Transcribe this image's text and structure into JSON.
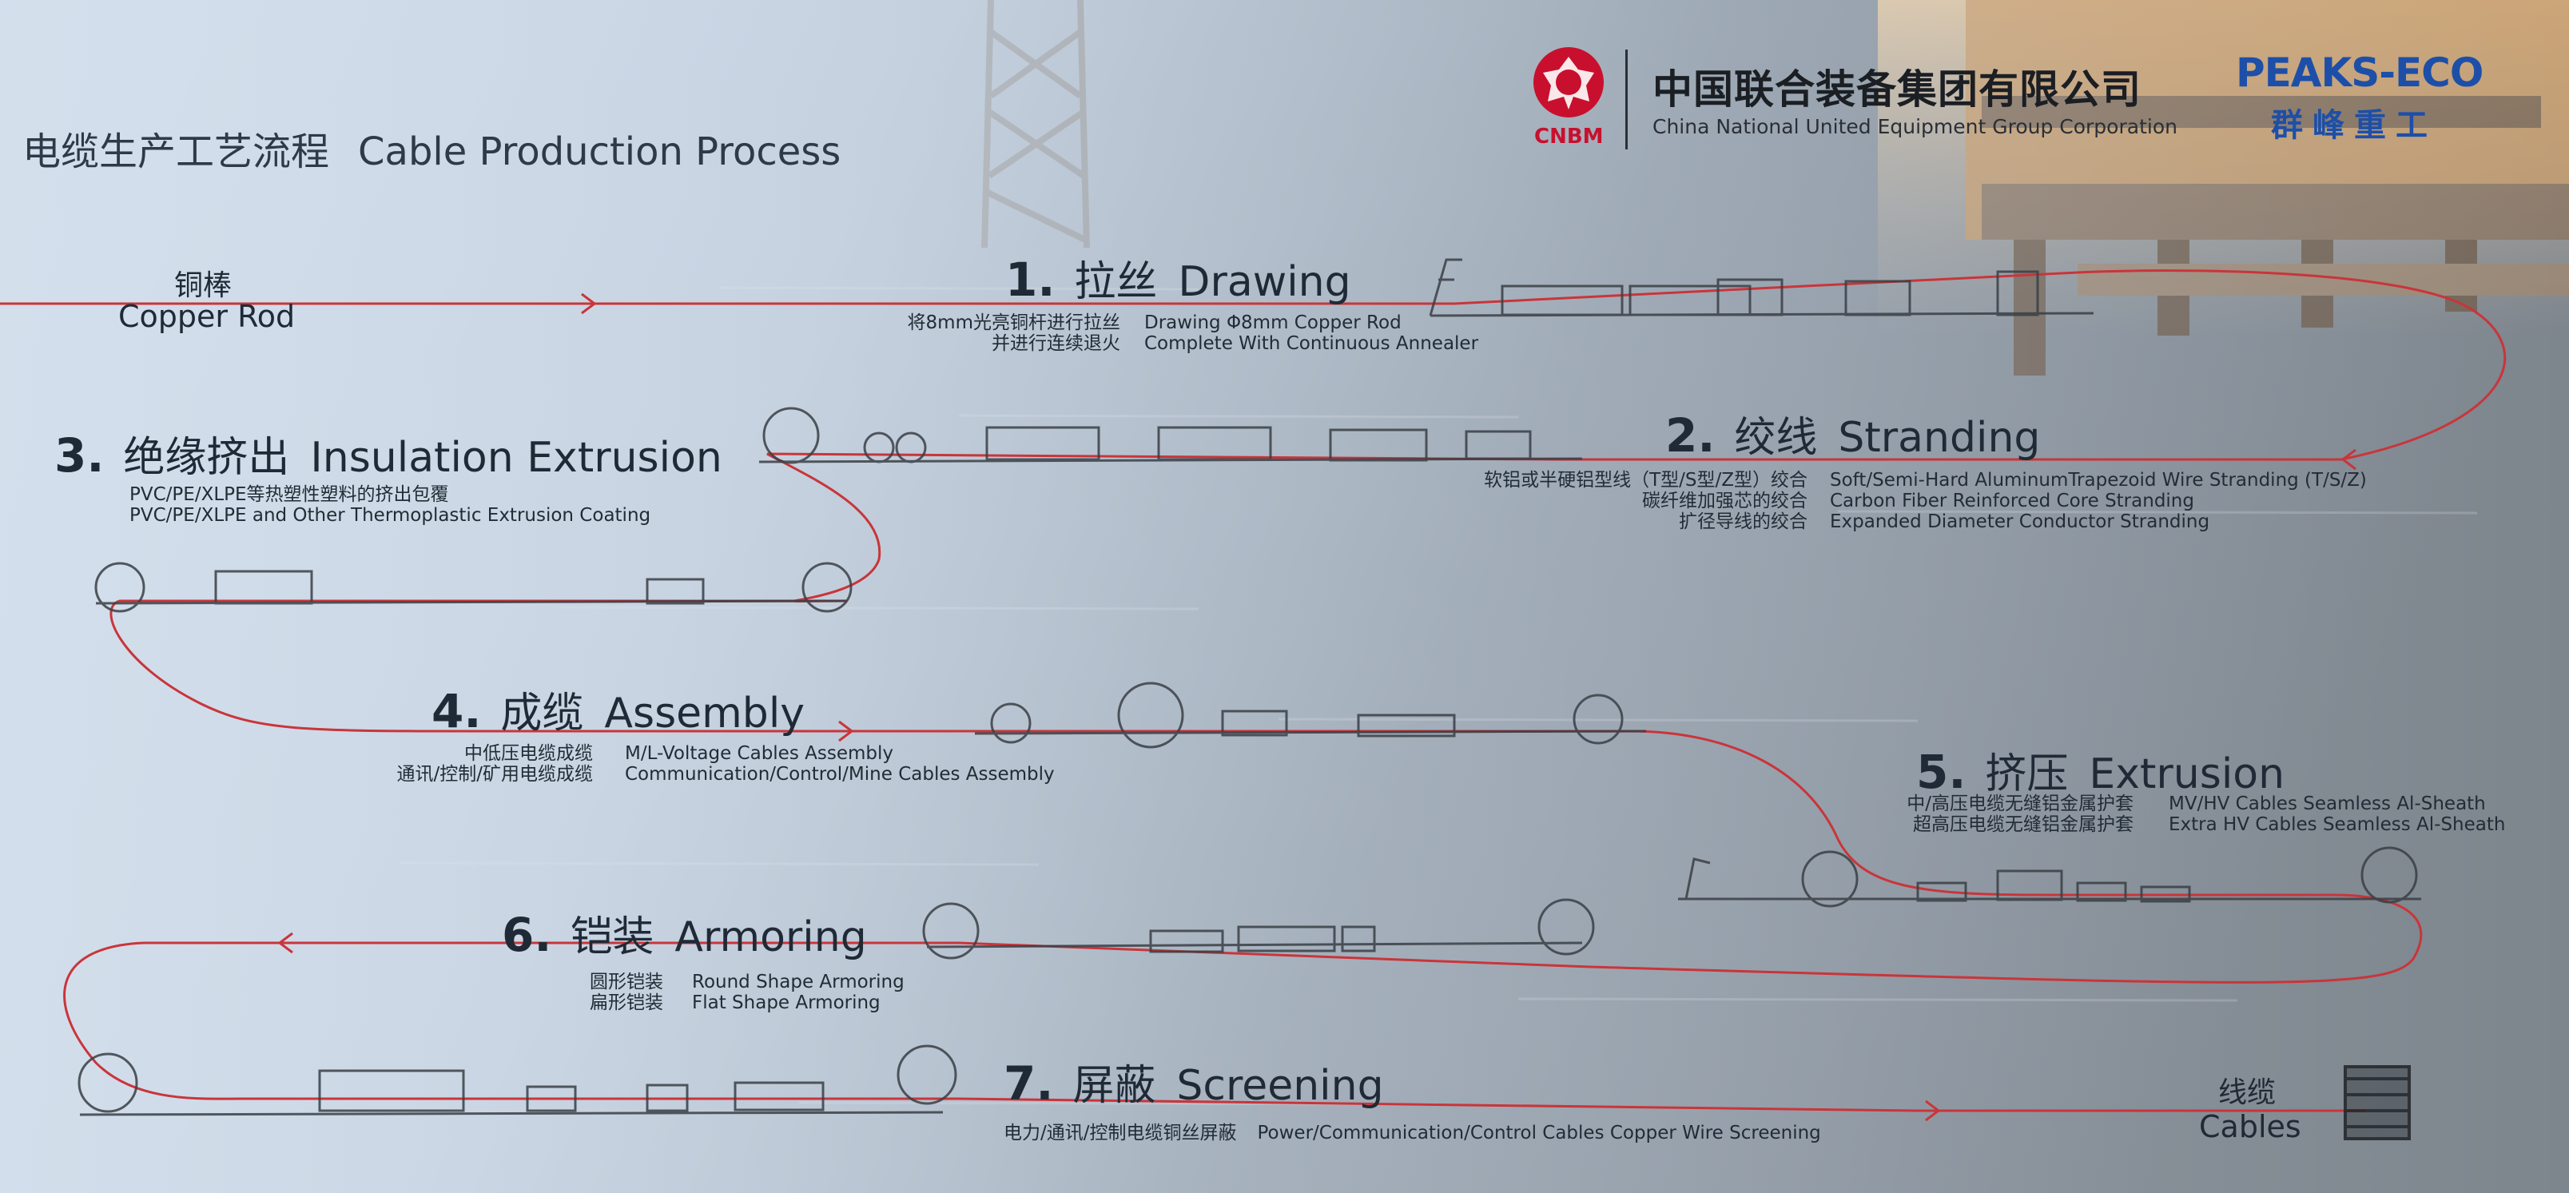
{
  "header": {
    "title_zh": "电缆生产工艺流程",
    "title_en": "Cable Production Process"
  },
  "brand": {
    "cnbm_mark": "CNBM",
    "company_zh": "中国联合装备集团有限公司",
    "company_en": "China National United Equipment Group Corporation",
    "peaks_logo": "PEAKS-ECO",
    "peaks_zh": "群峰重工",
    "colors": {
      "cnbm_red": "#c8102e",
      "peaks_blue": "#1d4fa8",
      "flow_line": "#c9353a"
    }
  },
  "start_node": {
    "zh": "铜棒",
    "en": "Copper Rod"
  },
  "end_node": {
    "zh": "线缆",
    "en": "Cables"
  },
  "stages": [
    {
      "num": "1.",
      "zh": "拉丝",
      "en": "Drawing",
      "desc": [
        {
          "zh": "将8mm光亮铜杆进行拉丝",
          "en": "Drawing Φ8mm Copper Rod"
        },
        {
          "zh": "并进行连续退火",
          "en": "Complete With Continuous Annealer"
        }
      ]
    },
    {
      "num": "2.",
      "zh": "绞线",
      "en": "Stranding",
      "desc": [
        {
          "zh": "软铝或半硬铝型线（T型/S型/Z型）绞合",
          "en": "Soft/Semi-Hard AluminumTrapezoid Wire Stranding (T/S/Z)"
        },
        {
          "zh": "碳纤维加强芯的绞合",
          "en": "Carbon Fiber Reinforced Core Stranding"
        },
        {
          "zh": "扩径导线的绞合",
          "en": "Expanded Diameter Conductor Stranding"
        }
      ]
    },
    {
      "num": "3.",
      "zh": "绝缘挤出",
      "en": "Insulation Extrusion",
      "desc": [
        {
          "zh": "PVC/PE/XLPE等热塑性塑料的挤出包覆",
          "en": ""
        },
        {
          "zh": "",
          "en": "PVC/PE/XLPE and Other Thermoplastic Extrusion Coating"
        }
      ]
    },
    {
      "num": "4.",
      "zh": "成缆",
      "en": "Assembly",
      "desc": [
        {
          "zh": "中低压电缆成缆",
          "en": "M/L-Voltage Cables Assembly"
        },
        {
          "zh": "通讯/控制/矿用电缆成缆",
          "en": "Communication/Control/Mine Cables Assembly"
        }
      ]
    },
    {
      "num": "5.",
      "zh": "挤压",
      "en": "Extrusion",
      "desc": [
        {
          "zh": "中/高压电缆无缝铝金属护套",
          "en": "MV/HV Cables Seamless Al-Sheath"
        },
        {
          "zh": "超高压电缆无缝铝金属护套",
          "en": "Extra HV Cables Seamless Al-Sheath"
        }
      ]
    },
    {
      "num": "6.",
      "zh": "铠装",
      "en": "Armoring",
      "desc": [
        {
          "zh": "圆形铠装",
          "en": "Round Shape Armoring"
        },
        {
          "zh": "扁形铠装",
          "en": "Flat Shape Armoring"
        }
      ]
    },
    {
      "num": "7.",
      "zh": "屏蔽",
      "en": "Screening",
      "desc": [
        {
          "zh": "电力/通讯/控制电缆铜丝屏蔽",
          "en": "Power/Communication/Control Cables Copper Wire Screening"
        }
      ]
    }
  ]
}
